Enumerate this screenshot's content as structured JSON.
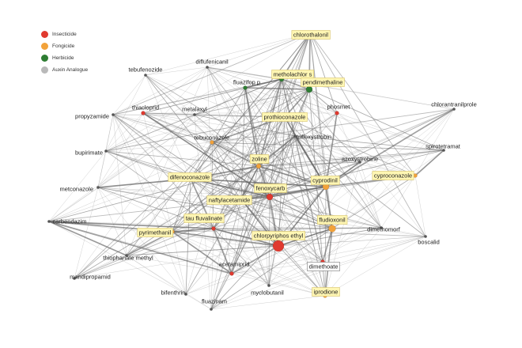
{
  "legend": [
    {
      "label": "Insecticide",
      "color": "#e03a2f"
    },
    {
      "label": "Fongicide",
      "color": "#f2a23a"
    },
    {
      "label": "Herbicide",
      "color": "#2e7d32"
    },
    {
      "label": "Auxin Analogue",
      "color": "#b9b9b9"
    }
  ],
  "nodes": [
    {
      "id": "chlorothalonil",
      "label": "chlorothalonil",
      "box": "hl"
    },
    {
      "id": "metholachlor",
      "label": "metholachlor s",
      "box": "hl"
    },
    {
      "id": "pendimethaline",
      "label": "pendimethaline",
      "box": "hl"
    },
    {
      "id": "diflufenicanil",
      "label": "diflufenicanil"
    },
    {
      "id": "tebufenozide",
      "label": "tebufenozide"
    },
    {
      "id": "fluazifop",
      "label": "fluazifop p"
    },
    {
      "id": "prothioconazole",
      "label": "prothioconazole",
      "box": "hl"
    },
    {
      "id": "thiacloprid",
      "label": "thiacloprid"
    },
    {
      "id": "metalaxyl",
      "label": "metalaxyl"
    },
    {
      "id": "propyzamide",
      "label": "propyzamide"
    },
    {
      "id": "phosmet",
      "label": "phosmet"
    },
    {
      "id": "chlorantraniliprole",
      "label": "chlorantranilprole"
    },
    {
      "id": "tebuconazole",
      "label": "tebuconazole"
    },
    {
      "id": "trifloxystrobin",
      "label": "trifloxystrobin"
    },
    {
      "id": "bupirimate",
      "label": "bupirimate"
    },
    {
      "id": "spirotetramat",
      "label": "spirotetramat"
    },
    {
      "id": "azoxystrobine",
      "label": "azoxystrobine"
    },
    {
      "id": "zoxamide",
      "label": "zoline",
      "box": "hl"
    },
    {
      "id": "difenoconazole",
      "label": "difenoconazole",
      "box": "hl"
    },
    {
      "id": "cyprodinil",
      "label": "cyprodinil",
      "box": "hl"
    },
    {
      "id": "cyproconazole",
      "label": "cyproconazole",
      "box": "hl"
    },
    {
      "id": "metconazole",
      "label": "metconazole"
    },
    {
      "id": "fenoxycarb",
      "label": "fenoxycarb",
      "box": "hl"
    },
    {
      "id": "naphthylacetamide",
      "label": "naftylacetamide",
      "box": "hl"
    },
    {
      "id": "carbendazim",
      "label": "carbendazim"
    },
    {
      "id": "taufluvalinate",
      "label": "tau fluvalinate",
      "box": "hl"
    },
    {
      "id": "fludioxonil",
      "label": "fludioxonil",
      "box": "hl"
    },
    {
      "id": "pyrimethanil",
      "label": "pyrimethanil",
      "box": "hl"
    },
    {
      "id": "chlorpyrifos",
      "label": "chlorpyriphos ethyl",
      "box": "hl"
    },
    {
      "id": "dimethomorph",
      "label": "dimethomorf"
    },
    {
      "id": "boscalid",
      "label": "boscalid"
    },
    {
      "id": "thiophanate",
      "label": "thiophanate methyl"
    },
    {
      "id": "acetamiprid",
      "label": "acetamiprid"
    },
    {
      "id": "dimethoate",
      "label": "dimethoate",
      "box": "plain"
    },
    {
      "id": "mandipropamid",
      "label": "mandipropamid"
    },
    {
      "id": "myclobutanil",
      "label": "myclobutanil"
    },
    {
      "id": "iprodione",
      "label": "iprodione",
      "box": "hl"
    },
    {
      "id": "bifenthrin",
      "label": "bifenthrin"
    },
    {
      "id": "fluazinam",
      "label": "fluazinam"
    }
  ]
}
